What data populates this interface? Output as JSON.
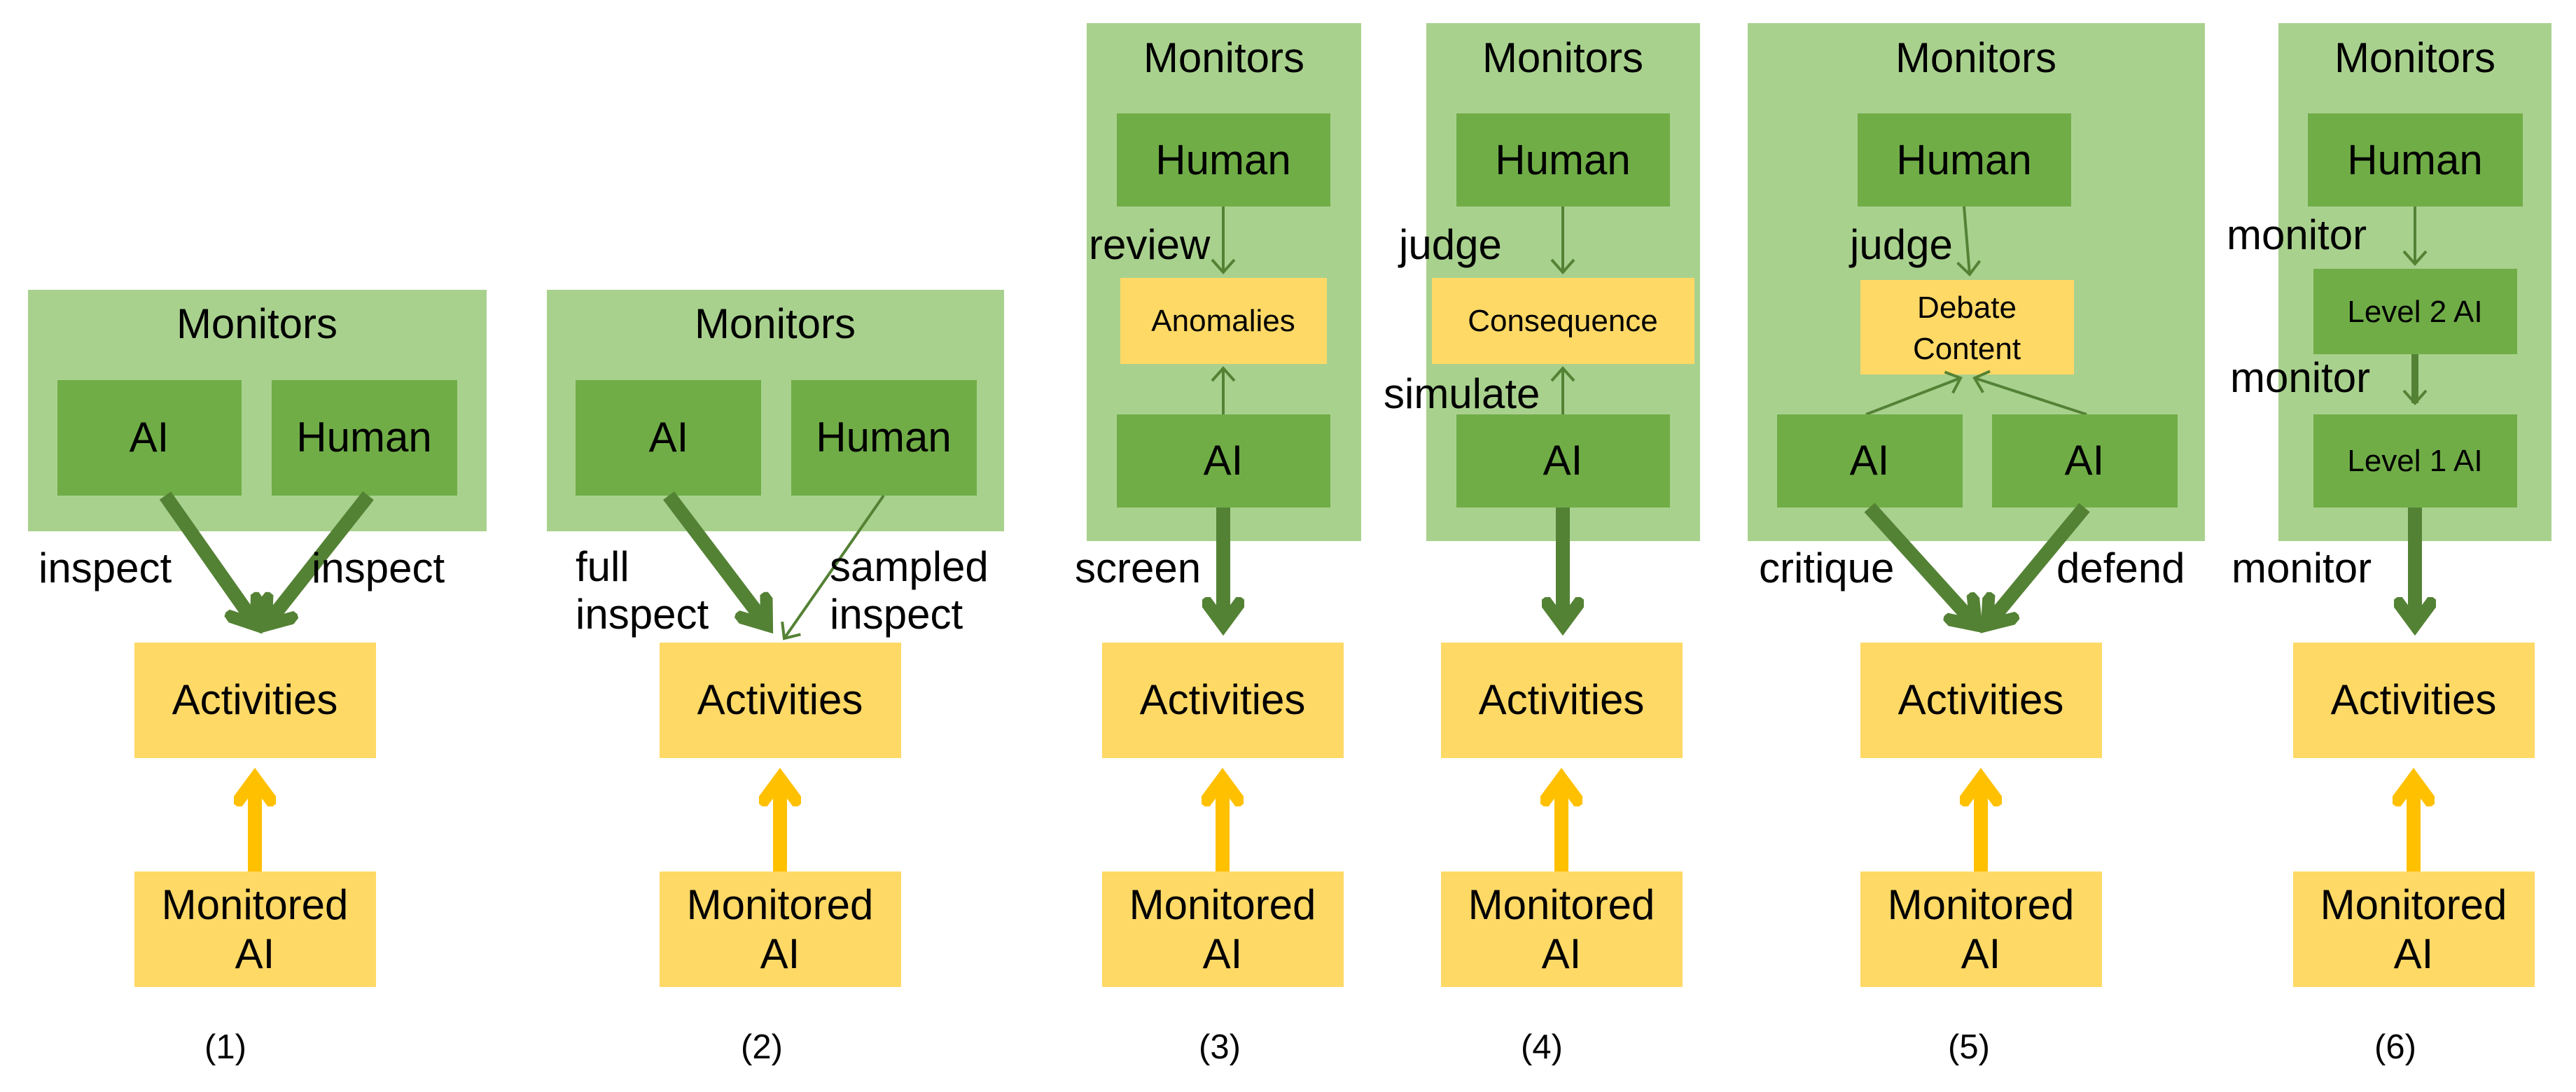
{
  "colors": {
    "monitors_background": "#a9d18e",
    "monitor_agent_box": "#70ad47",
    "activity_box": "#ffd966",
    "monitor_arrow": "#548235",
    "activity_arrow": "#ffc000"
  },
  "panels": [
    {
      "caption": "(1)",
      "monitors_title": "Monitors",
      "agents": [
        "AI",
        "Human"
      ],
      "labels": [
        "inspect",
        "inspect"
      ],
      "activities": "Activities",
      "monitored_ai": [
        "Monitored",
        "AI"
      ]
    },
    {
      "caption": "(2)",
      "monitors_title": "Monitors",
      "agents": [
        "AI",
        "Human"
      ],
      "labels": [
        [
          "full",
          "inspect"
        ],
        [
          "sampled",
          "inspect"
        ]
      ],
      "activities": "Activities",
      "monitored_ai": [
        "Monitored",
        "AI"
      ]
    },
    {
      "caption": "(3)",
      "monitors_title": "Monitors",
      "human": "Human",
      "intermediate": "Anomalies",
      "ai": "AI",
      "labels": [
        "review",
        "screen"
      ],
      "activities": "Activities",
      "monitored_ai": [
        "Monitored",
        "AI"
      ]
    },
    {
      "caption": "(4)",
      "monitors_title": "Monitors",
      "human": "Human",
      "intermediate": "Consequence",
      "ai": "AI",
      "labels": [
        "judge",
        "simulate"
      ],
      "activities": "Activities",
      "monitored_ai": [
        "Monitored",
        "AI"
      ]
    },
    {
      "caption": "(5)",
      "monitors_title": "Monitors",
      "human": "Human",
      "intermediate": [
        "Debate",
        "Content"
      ],
      "agents": [
        "AI",
        "AI"
      ],
      "labels": [
        "judge",
        "critique",
        "defend"
      ],
      "activities": "Activities",
      "monitored_ai": [
        "Monitored",
        "AI"
      ]
    },
    {
      "caption": "(6)",
      "monitors_title": "Monitors",
      "human": "Human",
      "levels": [
        "Level 2 AI",
        "Level 1 AI"
      ],
      "labels": [
        "monitor",
        "monitor",
        "monitor"
      ],
      "activities": "Activities",
      "monitored_ai": [
        "Monitored",
        "AI"
      ]
    }
  ]
}
